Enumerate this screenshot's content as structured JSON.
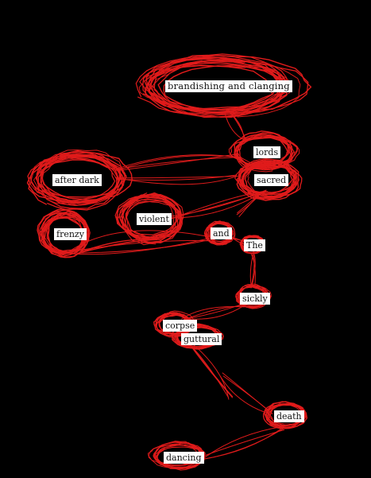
{
  "artwork": {
    "background_color": "#000000",
    "scribble_color": "#e01b1b",
    "word_box_color": "#ffffff",
    "words": [
      "brandishing and clanging",
      "lords",
      "after dark",
      "sacred",
      "violent",
      "frenzy",
      "and",
      "The",
      "sickly",
      "corpse",
      "guttural",
      "death",
      "dancing"
    ]
  }
}
